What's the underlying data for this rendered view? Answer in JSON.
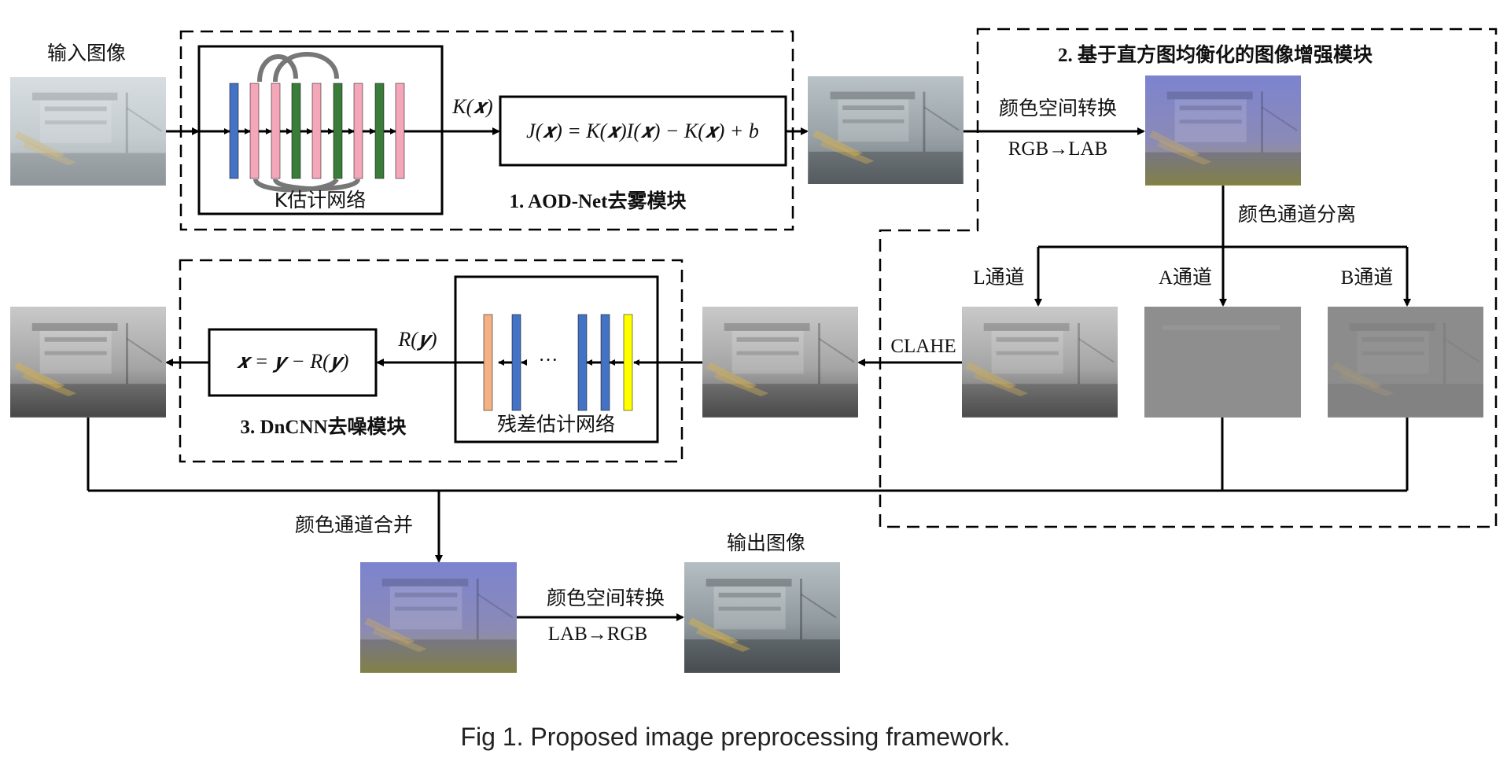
{
  "labels": {
    "input_image": "输入图像",
    "k_network": "K估计网络",
    "k_of_x": "K(𝒙)",
    "aod_formula": "J(𝒙) = K(𝒙)I(𝒙) − K(𝒙) + b",
    "module1": "1. AOD-Net去雾模块",
    "color_convert_1": "颜色空间转换",
    "rgb_to_lab": "RGB→LAB",
    "module2": "2. 基于直方图均衡化的图像增强模块",
    "channel_split": "颜色通道分离",
    "l_channel": "L通道",
    "a_channel": "A通道",
    "b_channel": "B通道",
    "clahe": "CLAHE",
    "r_of_y": "R(𝒚)",
    "dncnn_formula": "𝒙 = 𝒚 − R(𝒚)",
    "ellipsis": "···",
    "residual_network": "残差估计网络",
    "module3": "3. DnCNN去噪模块",
    "channel_merge": "颜色通道合并",
    "output_image": "输出图像",
    "color_convert_2": "颜色空间转换",
    "lab_to_rgb": "LAB→RGB",
    "caption": "Fig 1. Proposed image preprocessing framework."
  },
  "colors": {
    "conv_blue": "#4472c4",
    "conv_pink": "#f4a7b9",
    "conv_green": "#3a7d3a",
    "conv_orange": "#f4b183",
    "conv_yellow": "#ffff00",
    "hazy_image": "#c9d2d6",
    "dehazed_image": "#9aa4a8",
    "lab_image": "#7f86c8",
    "channel_gray": "#8e8e8e",
    "output_image": "#8f9aa0"
  }
}
